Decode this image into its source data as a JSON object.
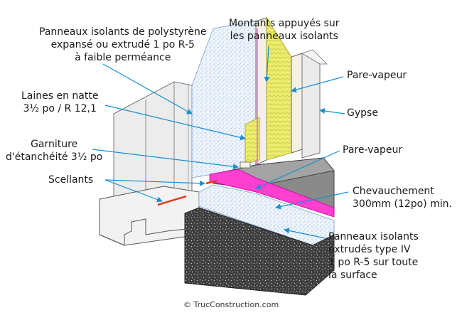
{
  "labels": {
    "panneaux_polystyrene": [
      "Panneaux isolants de polystyrène",
      "expansé ou extrudé 1 po R-5",
      "à faible perméance"
    ],
    "montants": [
      "Montants appuyés sur",
      "les panneaux isolants"
    ],
    "pare_vapeur_top": "Pare-vapeur",
    "gypse": "Gypse",
    "laines": [
      "Laines en natte",
      "3½ po / R 12,1"
    ],
    "garniture": [
      "Garniture",
      "d'étanchéité 3½ po"
    ],
    "scellants": "Scellants",
    "pare_vapeur_mid": "Pare-vapeur",
    "chevauchement": [
      "Chevauchement",
      "300mm (12po) min."
    ],
    "panneaux_extrudes": [
      "Panneaux isolants",
      "extrudés type IV",
      "1 po R-5 sur toute",
      "la surface"
    ]
  },
  "credit": "© TrucConstruction.com",
  "colors": {
    "arrow": "#1a8fd0",
    "vapor_barrier": "#ff3fd0",
    "insulation_batt": "#e8e866",
    "foam_panel": "#eaf2fb",
    "foundation": "#eeeeee",
    "gravel": "#444444",
    "sealant": "#e03a1c"
  }
}
